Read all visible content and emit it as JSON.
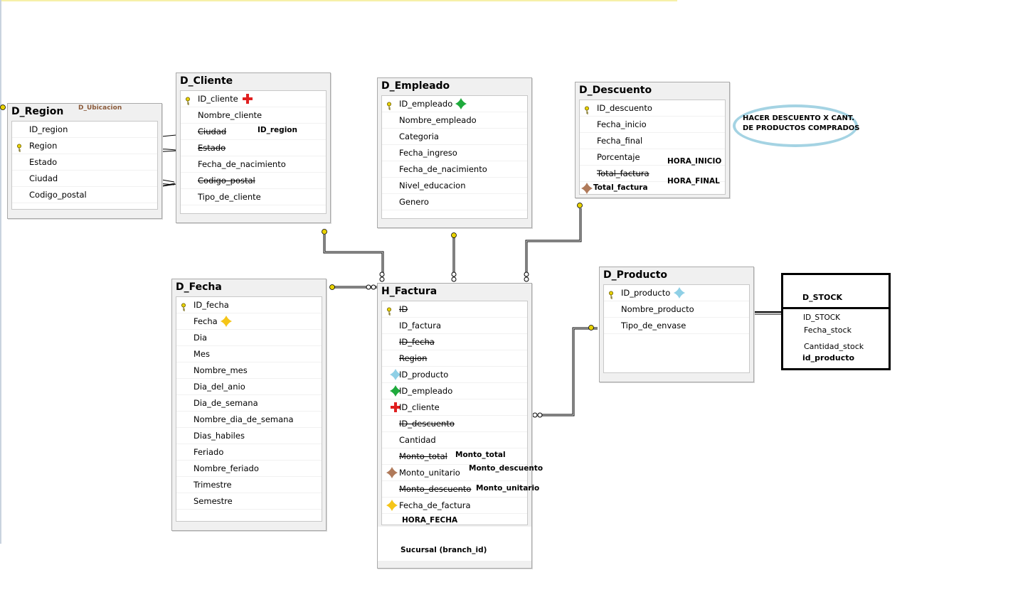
{
  "tables": {
    "d_region": {
      "title": "D_Region",
      "tag": "D_Ubicacion",
      "rows": [
        "ID_region",
        "Region",
        "Estado",
        "Ciudad",
        "Codigo_postal"
      ]
    },
    "d_cliente": {
      "title": "D_Cliente",
      "rows": [
        "ID_cliente",
        "Nombre_cliente",
        "Ciudad",
        "Estado",
        "Fecha_de_nacimiento",
        "Codigo_postal",
        "Tipo_de_cliente"
      ],
      "note_id_region": "ID_region"
    },
    "d_empleado": {
      "title": "D_Empleado",
      "rows": [
        "ID_empleado",
        "Nombre_empleado",
        "Categoria",
        "Fecha_ingreso",
        "Fecha_de_nacimiento",
        "Nivel_educacion",
        "Genero"
      ]
    },
    "d_descuento": {
      "title": "D_Descuento",
      "rows": [
        "ID_descuento",
        "Fecha_inicio",
        "Fecha_final",
        "Porcentaje",
        "Total_factura"
      ],
      "note_total_factura": "Total_factura",
      "note_hora_inicio": "HORA_INICIO",
      "note_hora_final": "HORA_FINAL"
    },
    "d_fecha": {
      "title": "D_Fecha",
      "rows": [
        "ID_fecha",
        "Fecha",
        "Dia",
        "Mes",
        "Nombre_mes",
        "Dia_del_anio",
        "Dia_de_semana",
        "Nombre_dia_de_semana",
        "Dias_habiles",
        "Feriado",
        "Nombre_feriado",
        "Trimestre",
        "Semestre"
      ]
    },
    "h_factura": {
      "title": "H_Factura",
      "rows": [
        "ID",
        "ID_factura",
        "ID_fecha",
        "Region",
        "ID_producto",
        "ID_empleado",
        "ID_cliente",
        "ID_descuento",
        "Cantidad",
        "Monto_total",
        "Monto_unitario",
        "Monto_descuento",
        "Fecha_de_factura"
      ],
      "note_monto_total": "Monto_total",
      "note_monto_descuento": "Monto_descuento",
      "note_monto_unitario": "Monto_unitario",
      "note_hora_fecha": "HORA_FECHA",
      "note_sucursal": "Sucursal (branch_id)"
    },
    "d_producto": {
      "title": "D_Producto",
      "rows": [
        "ID_producto",
        "Nombre_producto",
        "Tipo_de_envase"
      ]
    }
  },
  "d_stock": {
    "title": "D_STOCK",
    "rows": [
      "ID_STOCK",
      "Fecha_stock",
      "Cantidad_stock"
    ],
    "fk": "id_producto"
  },
  "annotation": {
    "line1": "HACER DESCUENTO X CANT.",
    "line2": "DE PRODUCTOS COMPRADOS"
  },
  "colors": {
    "cliente": "#e02020",
    "empleado": "#1faa3c",
    "fecha": "#f5c518",
    "producto": "#8fd0e6",
    "monto": "#b07a5a",
    "ellipse": "#a4d3e3",
    "key": "#e8d200"
  }
}
